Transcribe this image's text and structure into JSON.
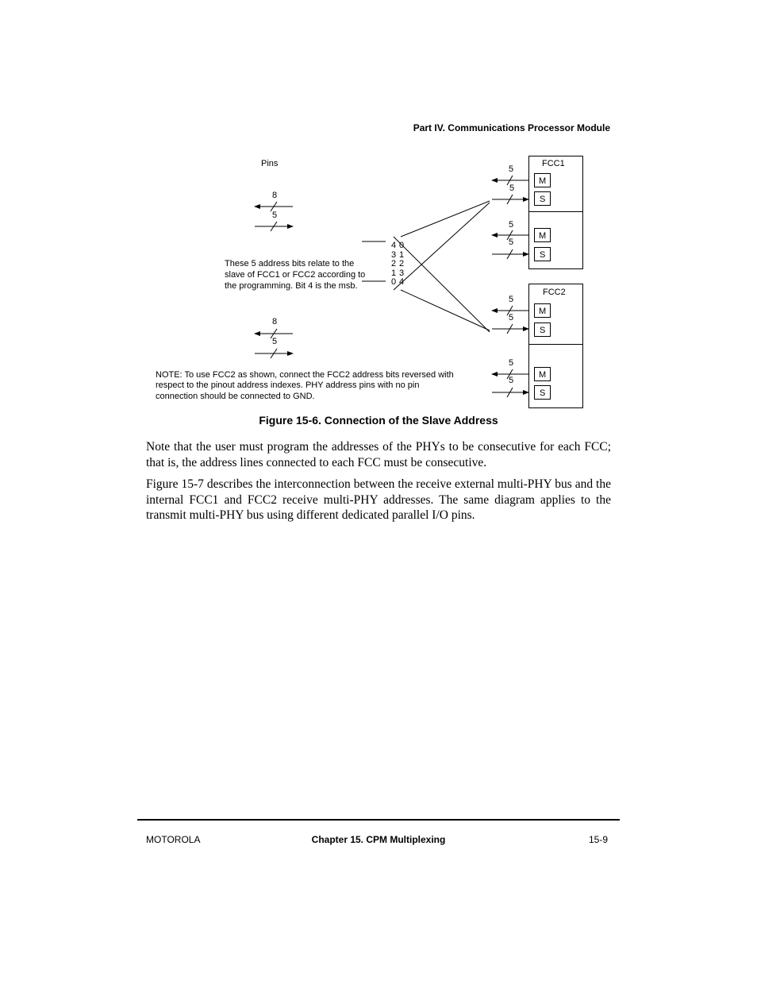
{
  "header": {
    "title": "Part IV.  Communications Processor Module"
  },
  "figure": {
    "pins_label": "Pins",
    "top_in_width": "8",
    "top_out_width": "5",
    "bottom_in_width": "8",
    "bottom_out_width": "5",
    "pin_column_left": [
      "4",
      "3",
      "2",
      "1",
      "0"
    ],
    "pin_column_right": [
      "0",
      "1",
      "2",
      "3",
      "4"
    ],
    "address_note": [
      "These 5 address bits relate to the",
      "slave of FCC1 or FCC2 according to",
      "the programming. Bit 4 is the msb."
    ],
    "fcc2_note": [
      "NOTE: To use FCC2 as shown, connect the FCC2 address bits reversed with",
      "respect to the pinout address indexes. PHY address pins with no pin",
      "connection should be connected to GND."
    ],
    "fcc1_label": "FCC1",
    "fcc2_label": "FCC2",
    "master_label": "M",
    "slave_label": "S",
    "bus_width": "5"
  },
  "caption": "Figure 15-6. Connection of the Slave Address",
  "paragraphs": [
    "Note that the user must program the addresses of the PHYs to be consecutive for each FCC; that is, the address lines connected to each FCC must be consecutive.",
    "Figure 15-7 describes the interconnection between the receive external multi-PHY bus and the internal FCC1 and FCC2 receive multi-PHY addresses. The same diagram applies to the transmit multi-PHY bus using different dedicated parallel I/O pins."
  ],
  "footer": {
    "left": "MOTOROLA",
    "center": "Chapter 15. CPM Multiplexing",
    "right": "15-9"
  }
}
